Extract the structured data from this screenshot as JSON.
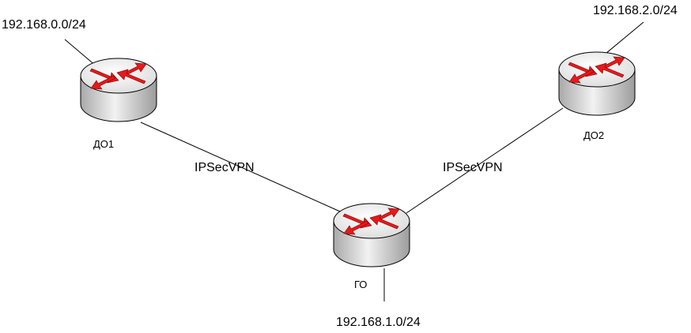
{
  "networks": {
    "do1_net": "192.168.0.0/24",
    "do2_net": "192.168.2.0/24",
    "go_net": "192.168.1.0/24"
  },
  "routers": {
    "do1": {
      "name": "ДО1",
      "icon": "router-icon"
    },
    "do2": {
      "name": "ДО2",
      "icon": "router-icon"
    },
    "go": {
      "name": "ГО",
      "icon": "router-icon"
    }
  },
  "links": {
    "left": {
      "label": "IPSecVPN"
    },
    "right": {
      "label": "IPSecVPN"
    }
  },
  "colors": {
    "arrow": "#e8191a",
    "router_body": "#c9c9c9",
    "line": "#000000"
  }
}
